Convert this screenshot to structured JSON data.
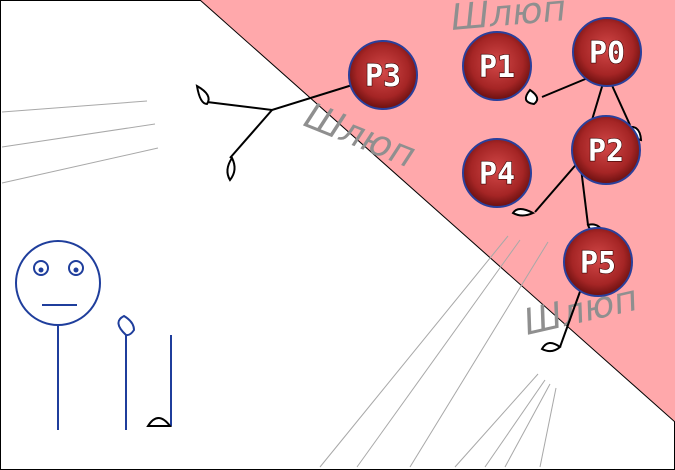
{
  "colors": {
    "danger_zone": "#ffa8ab",
    "node_outline": "#2a3f9b",
    "node_core": "#d24848",
    "node_edge": "#6a1010",
    "stick_figure": "#1f3e9c",
    "gate_text": "#8f8f8f",
    "motion_lines": "#a8a8a8"
  },
  "nodes": [
    {
      "id": "p3",
      "label": "P3"
    },
    {
      "id": "p1",
      "label": "P1"
    },
    {
      "id": "p0",
      "label": "P0"
    },
    {
      "id": "p2",
      "label": "P2"
    },
    {
      "id": "p4",
      "label": "P4"
    },
    {
      "id": "p5",
      "label": "P5"
    }
  ],
  "gates": [
    {
      "id": "top",
      "label": "Шлюп"
    },
    {
      "id": "middle",
      "label": "Шлюп"
    },
    {
      "id": "bottom",
      "label": "Шлюп"
    }
  ],
  "icons": {
    "observer": "stick-figure-icon",
    "raised_hand": "hand-icon",
    "arrow_foot": "arrowhead-icon"
  }
}
